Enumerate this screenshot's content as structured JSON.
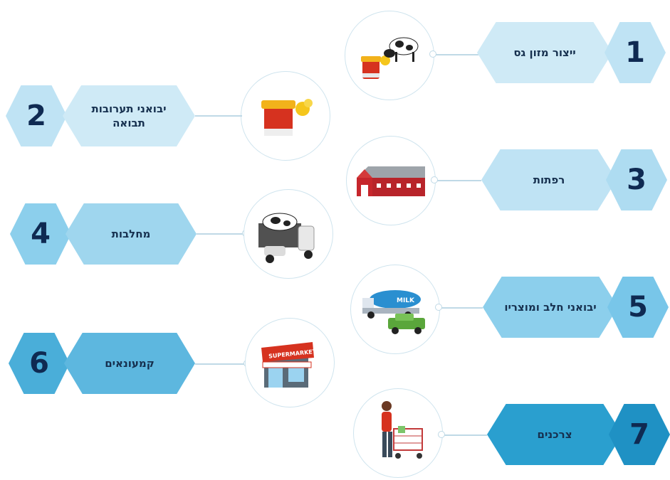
{
  "steps": [
    {
      "number": "1",
      "label": "ייצור מזון גס",
      "icon": "cow-feed-icon",
      "color": "#cfeaf6",
      "num_color": "#bfe3f4"
    },
    {
      "number": "2",
      "label": "יבואני תערובות תבואה",
      "icon": "grain-feed-icon",
      "color": "#cfeaf6",
      "num_color": "#bfe3f4"
    },
    {
      "number": "3",
      "label": "רפתות",
      "icon": "barn-icon",
      "color": "#bfe3f4",
      "num_color": "#aedcf1"
    },
    {
      "number": "4",
      "label": "מחלבות",
      "icon": "dairy-machine-icon",
      "color": "#9fd6ee",
      "num_color": "#8ccfec"
    },
    {
      "number": "5",
      "label": "יבואני חלב ומוצריו",
      "icon": "milk-truck-icon",
      "color": "#8ccfec",
      "num_color": "#78c6e9"
    },
    {
      "number": "6",
      "label": "קמעונאים",
      "icon": "supermarket-icon",
      "color": "#5db7df",
      "num_color": "#4aaed9"
    },
    {
      "number": "7",
      "label": "צרכנים",
      "icon": "shopper-icon",
      "color": "#2a9fcf",
      "num_color": "#1f91c4"
    }
  ],
  "icon_text": {
    "milk": "MILK",
    "supermarket": "SUPERMARKET"
  }
}
